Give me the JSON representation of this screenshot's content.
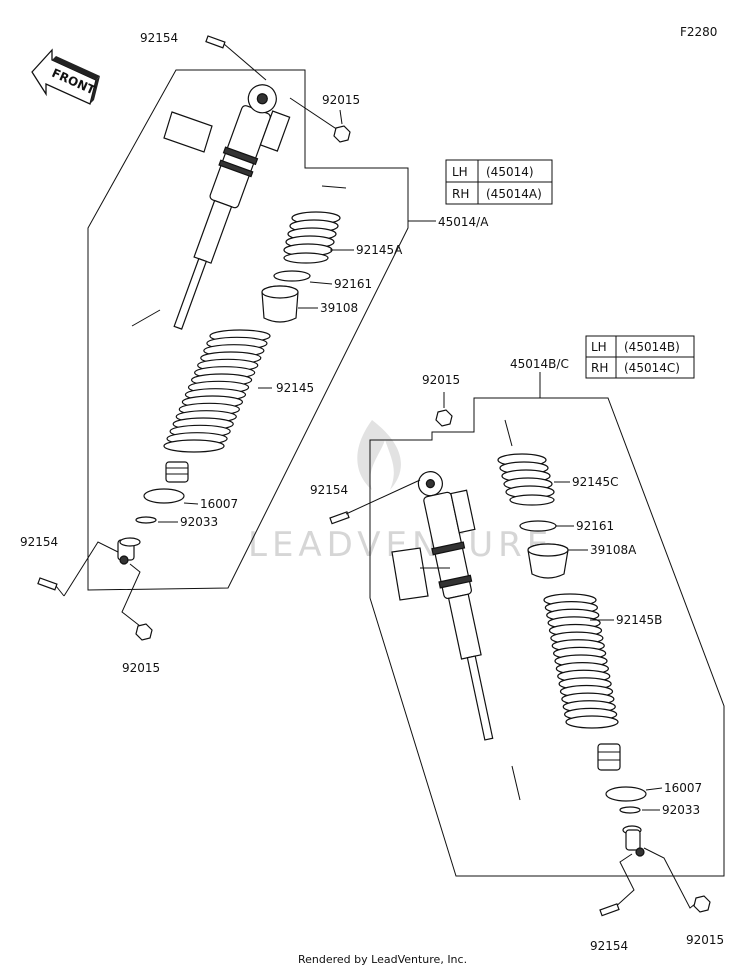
{
  "figure_code": "F2280",
  "front_label": "FRONT",
  "watermark": "LEADVENTURE",
  "footer": "Rendered by LeadVenture, Inc.",
  "assembly_left": {
    "label": "45014/A",
    "table": [
      {
        "side": "LH",
        "part": "(45014)"
      },
      {
        "side": "RH",
        "part": "(45014A)"
      }
    ],
    "callouts": {
      "bolt_top": "92154",
      "nut_top": "92015",
      "spring_upper": "92145A",
      "ring": "92161",
      "collar": "39108",
      "spring_main": "92145",
      "seat": "16007",
      "clip": "92033",
      "bolt_bottom": "92154",
      "nut_bottom": "92015"
    }
  },
  "assembly_right": {
    "label": "45014B/C",
    "table": [
      {
        "side": "LH",
        "part": "(45014B)"
      },
      {
        "side": "RH",
        "part": "(45014C)"
      }
    ],
    "callouts": {
      "nut_top": "92015",
      "bolt_top": "92154",
      "spring_upper": "92145C",
      "ring": "92161",
      "collar": "39108A",
      "spring_main": "92145B",
      "seat": "16007",
      "clip": "92033",
      "bolt_bottom": "92154",
      "nut_bottom": "92015"
    }
  }
}
